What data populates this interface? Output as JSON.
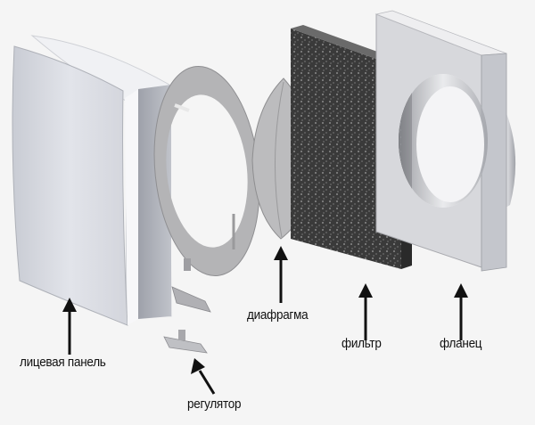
{
  "diagram": {
    "type": "exploded-view",
    "subject": "wall ventilation valve assembly",
    "parts": [
      {
        "id": "face_panel",
        "label": "лицевая панель"
      },
      {
        "id": "regulator",
        "label": "регулятор"
      },
      {
        "id": "diaphragm",
        "label": "диафрагма"
      },
      {
        "id": "filter",
        "label": "фильтр"
      },
      {
        "id": "flange",
        "label": "фланец"
      }
    ],
    "colors": {
      "background": "#f5f5f5",
      "panel_light": "#e6e8ee",
      "panel_shade": "#b9bcc4",
      "ring": "#b4b4b4",
      "filter": "#3b3b3b",
      "arrow": "#111111"
    }
  }
}
